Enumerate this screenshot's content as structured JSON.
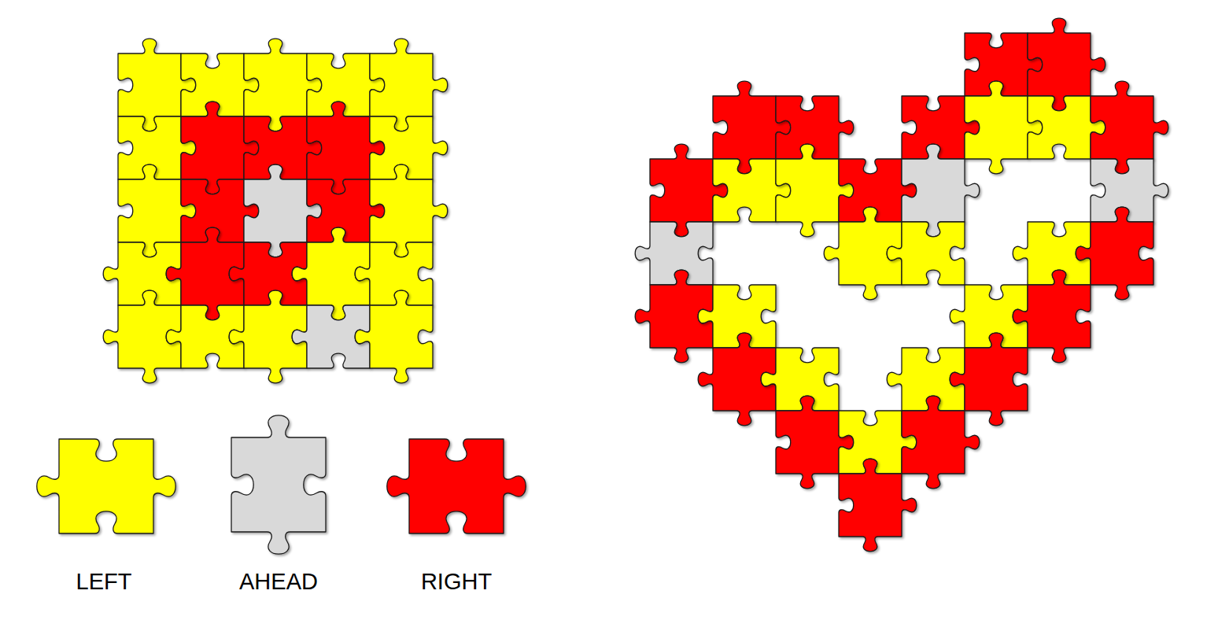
{
  "diagram": {
    "legend": [
      {
        "text": "LEFT",
        "color": "#FFFF00"
      },
      {
        "text": "AHEAD",
        "color": "#D9D9D9"
      },
      {
        "text": "RIGHT",
        "color": "#FF0000"
      }
    ]
  }
}
